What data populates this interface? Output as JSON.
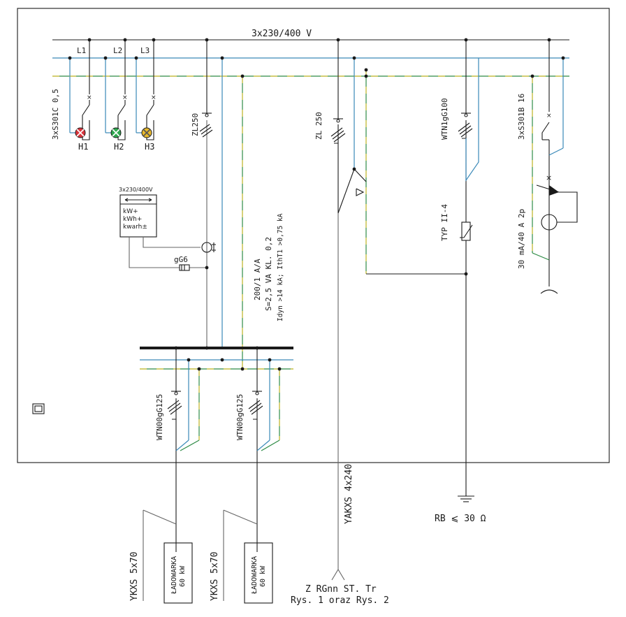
{
  "supply": {
    "voltage": "3x230/400 V"
  },
  "phases": [
    "L1",
    "L2",
    "L3"
  ],
  "lamps": [
    {
      "label": "H1",
      "color": "#d9363e"
    },
    {
      "label": "H2",
      "color": "#2fa84f"
    },
    {
      "label": "H3",
      "color": "#e8b92a"
    }
  ],
  "breakers": {
    "lamp_breaker": "3xS301C 0,5",
    "zl250_meter": "ZL250",
    "zl250_main": "ZL 250",
    "surge_fuse": "WTN1gG100",
    "socket_breaker": "3xS301B 16",
    "out1": "WTN00gG125",
    "out2": "WTN00gG125"
  },
  "meter": {
    "header": "3x230/400V",
    "line1": "kW+",
    "line2": "kWh+",
    "line3": "kwarh±"
  },
  "meter_fuse": "gG6",
  "ct": {
    "line1": "200/1 A/A",
    "line2": "S=2,5 VA KL. 0,2",
    "line3": "Idyn >14 kA; IthT1 >0,75 kA"
  },
  "surge": "TYP II-4",
  "rcd": "30 mA/40 A 2p",
  "cables": {
    "out1": "YKXS 5x70",
    "out2": "YKXS 5x70",
    "main": "YAKXS 4x240"
  },
  "chargers": [
    {
      "name": "ŁADOWARKA",
      "power": "60 kW"
    },
    {
      "name": "ŁADOWARKA",
      "power": "60 kW"
    }
  ],
  "source": {
    "line1": "Z RGnn ST. Tr",
    "line2": "Rys. 1 oraz Rys. 2"
  },
  "earthing": "RB ⩽ 30 Ω",
  "colors": {
    "neutral": "#3a89b8",
    "pe": "#2e8b45",
    "pe_stripe": "#d9c23a"
  }
}
